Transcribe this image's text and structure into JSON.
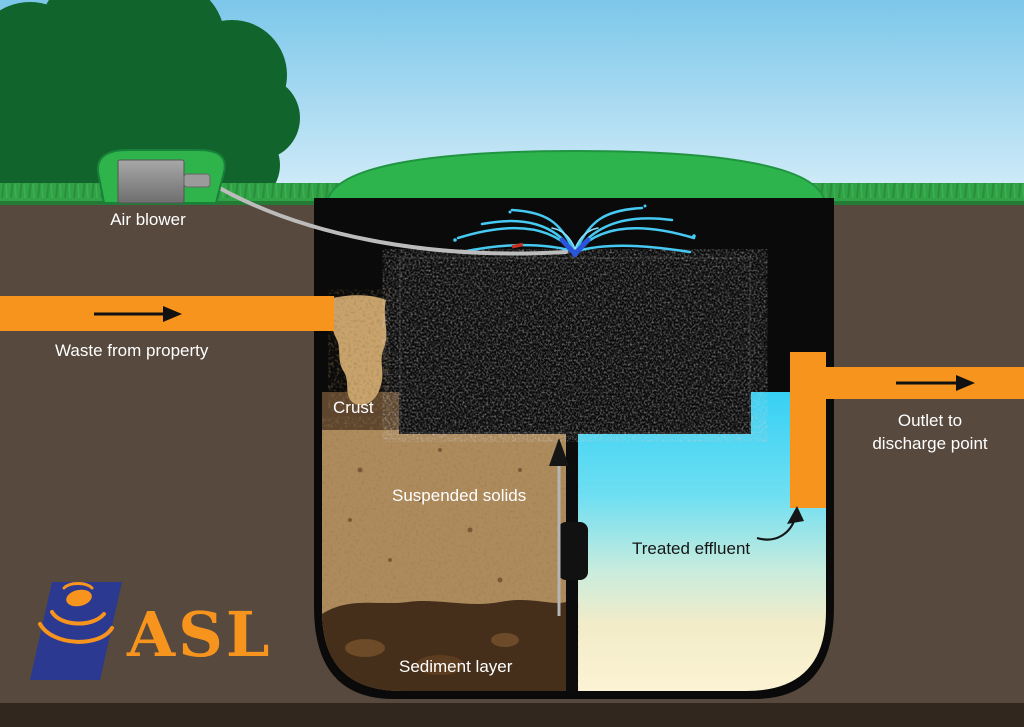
{
  "diagram": {
    "labels": {
      "air_blower": "Air blower",
      "waste_inlet": "Waste from property",
      "crust": "Crust",
      "suspended_solids": "Suspended solids",
      "sediment_layer": "Sediment layer",
      "treated_effluent": "Treated effluent",
      "outlet_line1": "Outlet to",
      "outlet_line2": "discharge point"
    },
    "logo": {
      "text": "ASL"
    },
    "colors": {
      "sky_top": "#7cc7ea",
      "sky_bottom": "#d7eef9",
      "grass_green": "#31a245",
      "tank_lid_green": "#2db44c",
      "ground_brown": "#57493e",
      "ground_dark_strip": "#31271e",
      "tank_black": "#0a0a0a",
      "pipe_orange": "#f7941d",
      "suspended_solids_tan": "#ae8b5d",
      "crust_tan": "#c9a36c",
      "sediment_brown": "#452f1b",
      "effluent_cyan": "#36d0f4",
      "effluent_cream": "#fbf3d3",
      "spray_cyan": "#46c9f2",
      "logo_navy": "#2b3990",
      "logo_orange": "#f7941d"
    }
  }
}
